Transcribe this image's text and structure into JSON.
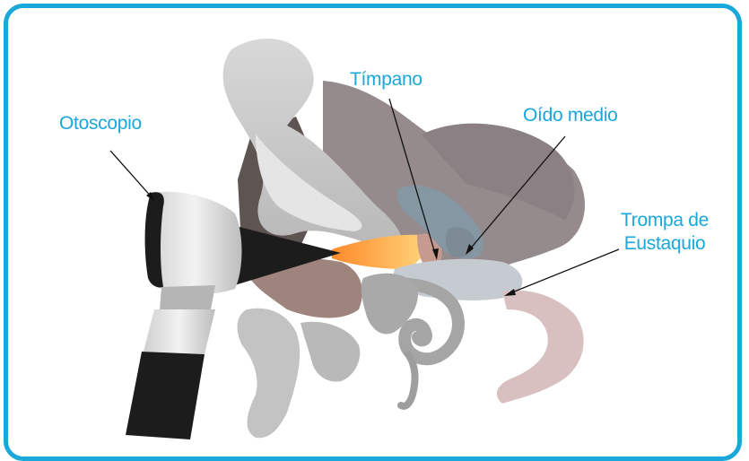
{
  "labels": {
    "otoscopio": "Otoscopio",
    "timpano": "Tímpano",
    "oido_medio": "Oído medio",
    "trompa_line1": "Trompa de",
    "trompa_line2": "Eustaquio"
  },
  "colors": {
    "frame": "#1aa7d9",
    "label": "#1aa7d9"
  }
}
